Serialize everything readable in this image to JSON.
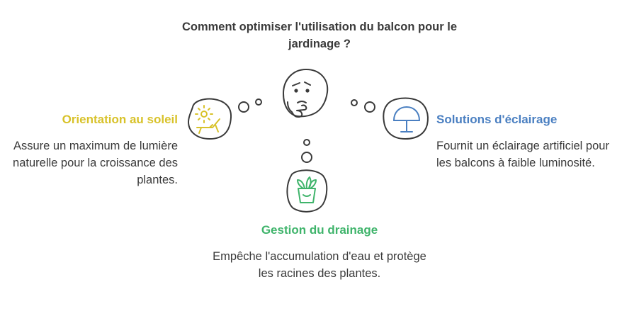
{
  "question": "Comment optimiser l'utilisation du balcon pour le jardinage ?",
  "colors": {
    "left": "#d8c22a",
    "right": "#4a7fc1",
    "bottom": "#3fb46b",
    "stroke": "#3a3a3a"
  },
  "left": {
    "icon": "sun-lounger-icon",
    "title": "Orientation au soleil",
    "description": "Assure un maximum de lumière naturelle pour la croissance des plantes."
  },
  "right": {
    "icon": "lamp-icon",
    "title": "Solutions d'éclairage",
    "description": "Fournit un éclairage artificiel pour les balcons à faible luminosité."
  },
  "bottom": {
    "icon": "potted-plant-icon",
    "title": "Gestion du drainage",
    "description": "Empêche l'accumulation d'eau et protège les racines des plantes."
  },
  "center_icon": "thinking-face-icon"
}
